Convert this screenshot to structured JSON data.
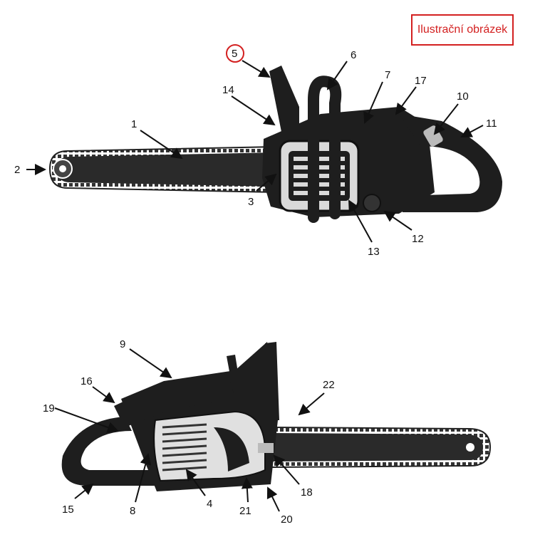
{
  "badge": {
    "text": "Ilustrační obrázek"
  },
  "colors": {
    "badge": "#d32020",
    "highlight_circle": "#d32020",
    "body": "#1e1e1e",
    "bar": "#2a2a2a"
  },
  "callouts": {
    "c1": "1",
    "c2": "2",
    "c3": "3",
    "c4": "4",
    "c5": "5",
    "c6": "6",
    "c7": "7",
    "c8": "8",
    "c9": "9",
    "c10": "10",
    "c11": "11",
    "c12": "12",
    "c13": "13",
    "c14": "14",
    "c15": "15",
    "c16": "16",
    "c17": "17",
    "c18": "18",
    "c19": "19",
    "c20": "20",
    "c21": "21",
    "c22": "22"
  },
  "highlighted_callout": "5"
}
